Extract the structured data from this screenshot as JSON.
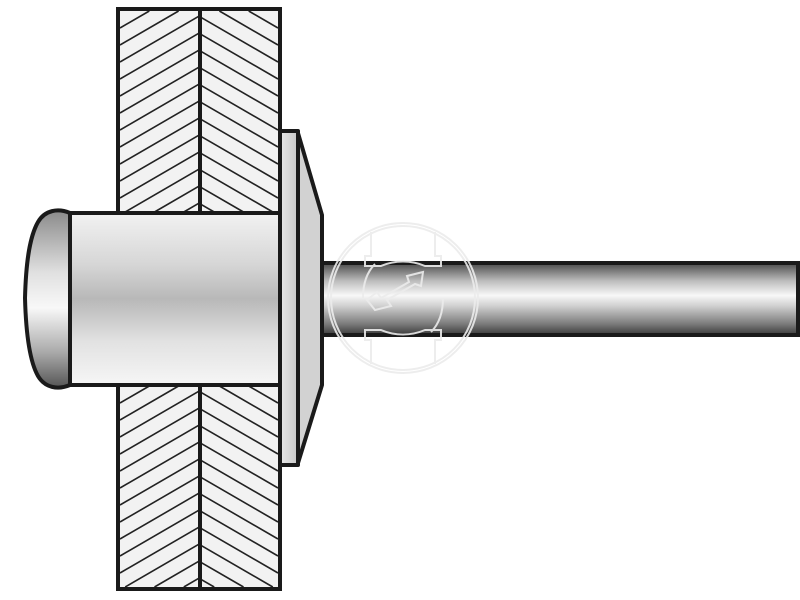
{
  "diagram": {
    "subject": "blind-rivet-cross-section",
    "colors": {
      "outline": "#1a1a1a",
      "plate_fill": "#f2f2f2",
      "metal_light": "#f4f4f4",
      "metal_dark": "#9a9a9a",
      "watermark": "#e6e6e6"
    },
    "parts": [
      "plate-left",
      "plate-right",
      "rivet-head",
      "rivet-body",
      "rivet-flange",
      "mandrel"
    ],
    "watermark_icon": "logo-watermark-icon"
  }
}
